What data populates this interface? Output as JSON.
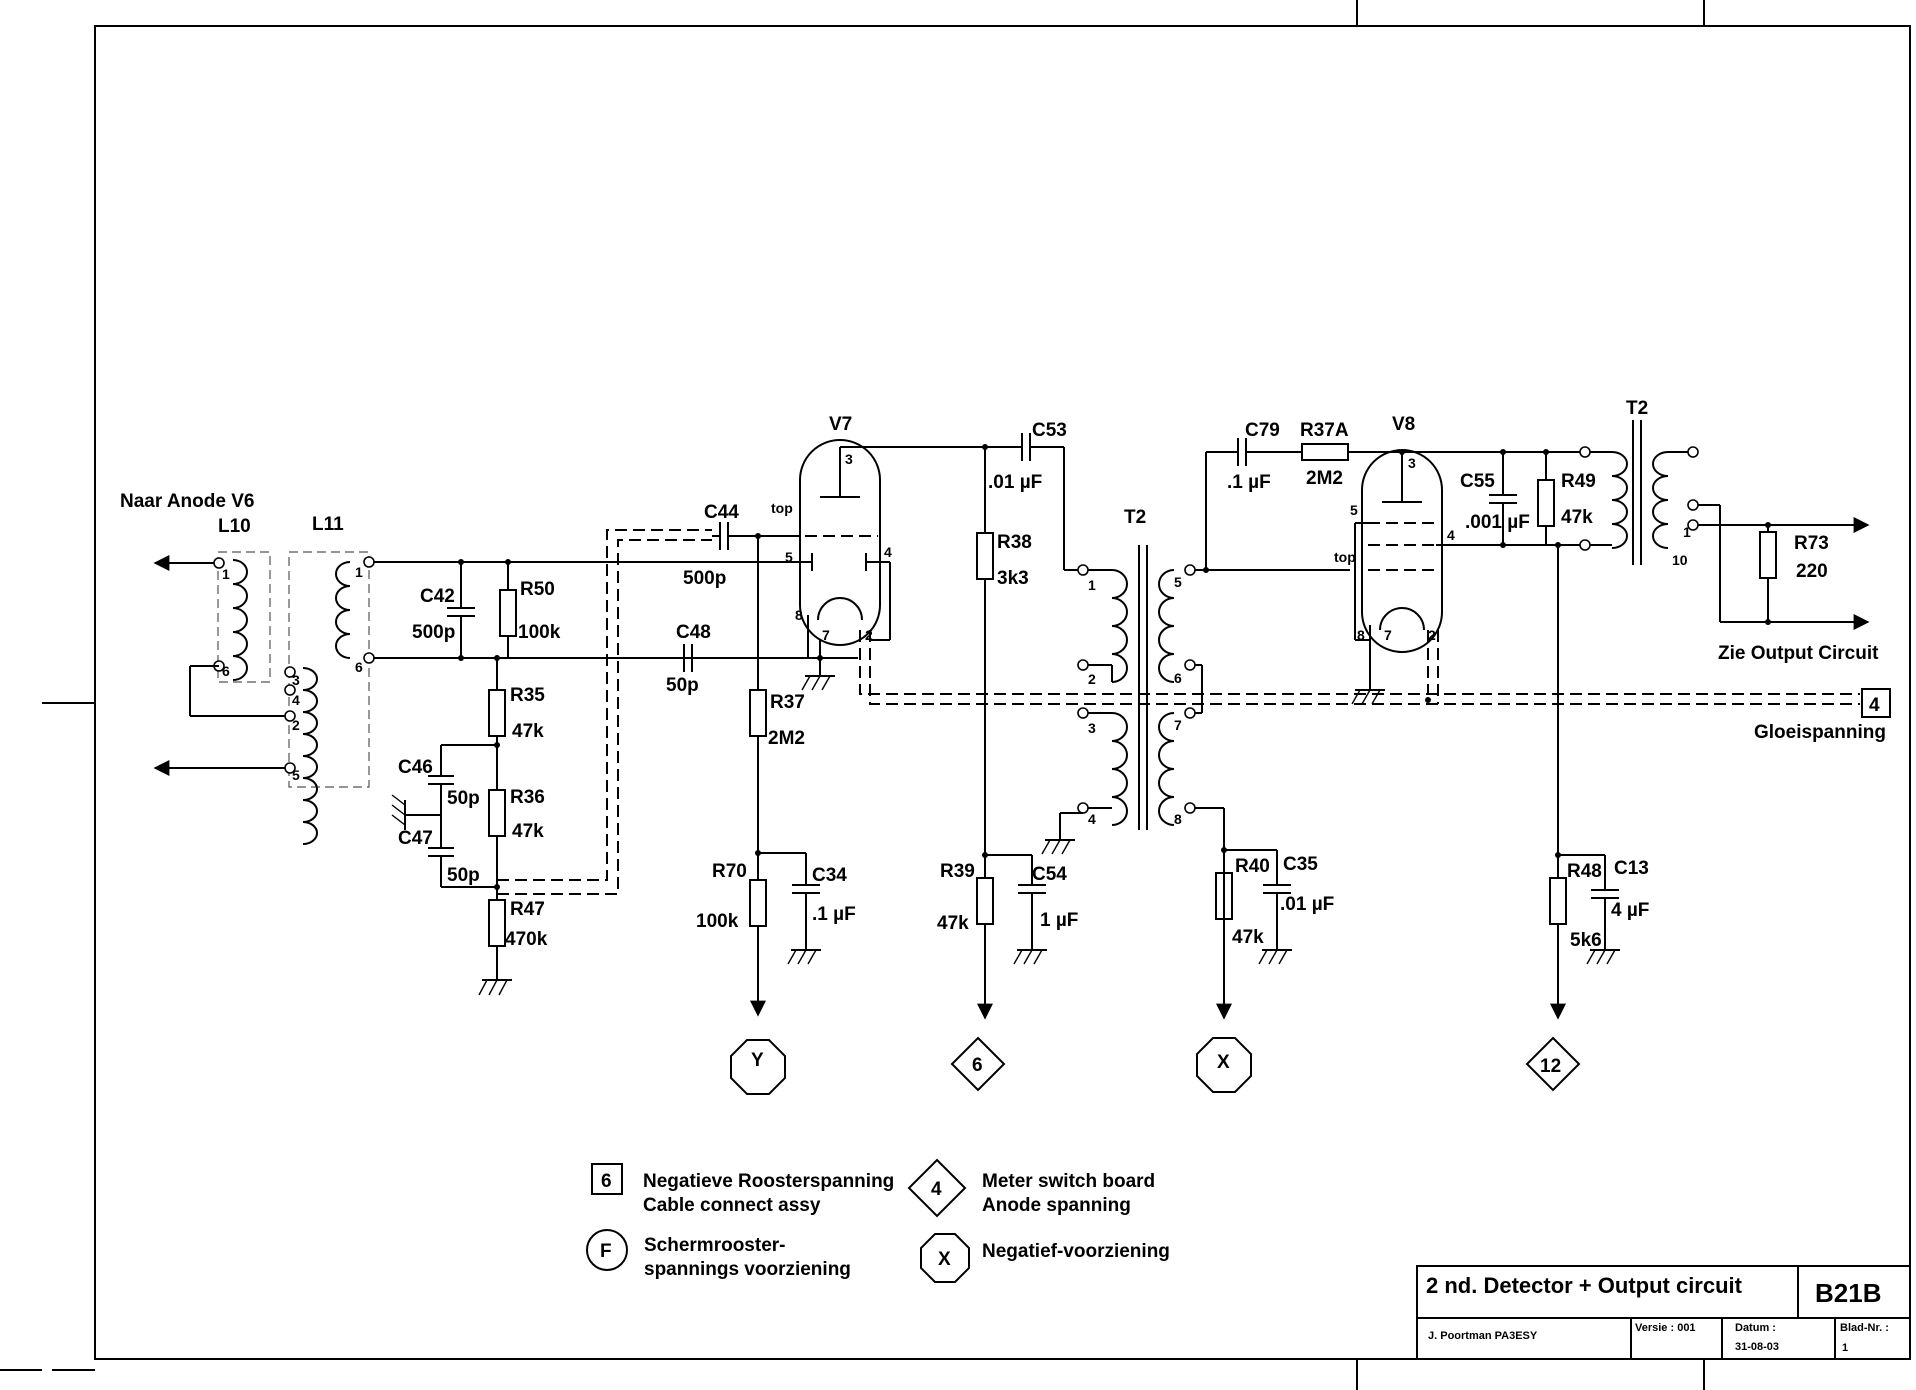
{
  "title_block": {
    "title": "2 nd. Detector + Output circuit",
    "sheet_code": "B21B",
    "author": "J. Poortman   PA3ESY",
    "version": "Versie : 001",
    "date_label": "Datum :",
    "date": "31-08-03",
    "sheet_label": "Blad-Nr. :",
    "sheet_no": "1"
  },
  "labels": {
    "naar_anode": "Naar Anode V6",
    "zie_output": "Zie Output Circuit",
    "gloeispanning": "Gloeispanning",
    "top": "top"
  },
  "components": {
    "L10": "L10",
    "L11": "L11",
    "V7": "V7",
    "V8": "V8",
    "T2a": "T2",
    "T2b": "T2",
    "C42": "C42",
    "C42v": "500p",
    "R50": "R50",
    "R50v": "100k",
    "R35": "R35",
    "R35v": "47k",
    "R36": "R36",
    "R36v": "47k",
    "R47": "R47",
    "R47v": "470k",
    "C46": "C46",
    "C46v": "50p",
    "C47": "C47",
    "C47v": "50p",
    "C44": "C44",
    "C44v": "500p",
    "C48": "C48",
    "C48v": "50p",
    "R37": "R37",
    "R37v": "2M2",
    "R70": "R70",
    "R70v": "100k",
    "C34": "C34",
    "C34v": ".1 µF",
    "C53": "C53",
    "C53v": ".01 µF",
    "R38": "R38",
    "R38v": "3k3",
    "R39": "R39",
    "R39v": "47k",
    "C54": "C54",
    "C54v": "1 µF",
    "C79": "C79",
    "C79v": ".1 µF",
    "R37A": "R37A",
    "R37Av": "2M2",
    "C55": "C55",
    "C55v": ".001 µF",
    "R49": "R49",
    "R49v": "47k",
    "R40": "R40",
    "R40v": "47k",
    "C35": "C35",
    "C35v": ".01 µF",
    "R48": "R48",
    "R48v": "5k6",
    "C13": "C13",
    "C13v": "4 µF",
    "R73": "R73",
    "R73v": "220"
  },
  "connectors": {
    "Y": "Y",
    "six": "6",
    "X": "X",
    "twelve": "12",
    "four": "4"
  },
  "legend": {
    "box_sym": "6",
    "box_text1": "Negatieve Roosterspanning",
    "box_text2": "Cable connect assy",
    "diamond_sym": "4",
    "diamond_text1": "Meter switch board",
    "diamond_text2": "Anode spanning",
    "circle_sym": "F",
    "circle_text1": "Schermrooster-",
    "circle_text2": "spannings voorziening",
    "oct_sym": "X",
    "oct_text1": "Negatief-voorziening"
  },
  "pins": {
    "p1": "1",
    "p2": "2",
    "p3": "3",
    "p4": "4",
    "p5": "5",
    "p6": "6",
    "p7": "7",
    "p8": "8",
    "p10": "10"
  }
}
